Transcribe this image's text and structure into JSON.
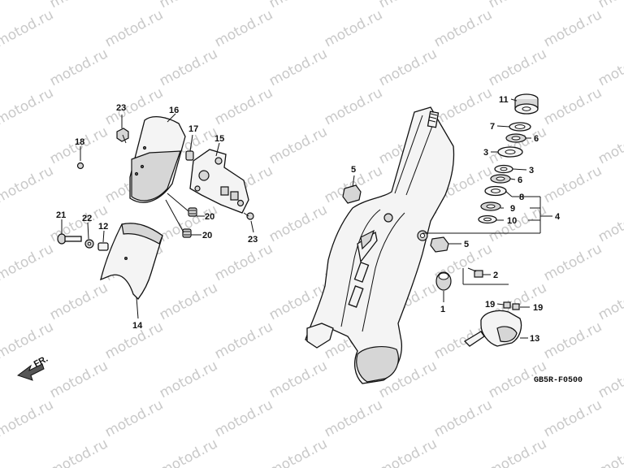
{
  "watermark": "motod.ru",
  "diagram_code": "GB5R-F0500",
  "direction_label": "FR.",
  "part_numbers": {
    "p1": "1",
    "p2": "2",
    "p3a": "3",
    "p3b": "3",
    "p4": "4",
    "p5a": "5",
    "p5b": "5",
    "p6a": "6",
    "p6b": "6",
    "p7": "7",
    "p8": "8",
    "p9": "9",
    "p10": "10",
    "p11": "11",
    "p12": "12",
    "p13": "13",
    "p14": "14",
    "p15": "15",
    "p16": "16",
    "p17": "17",
    "p18": "18",
    "p19a": "19",
    "p19b": "19",
    "p20a": "20",
    "p20b": "20",
    "p21": "21",
    "p22": "22",
    "p23a": "23",
    "p23b": "23"
  }
}
